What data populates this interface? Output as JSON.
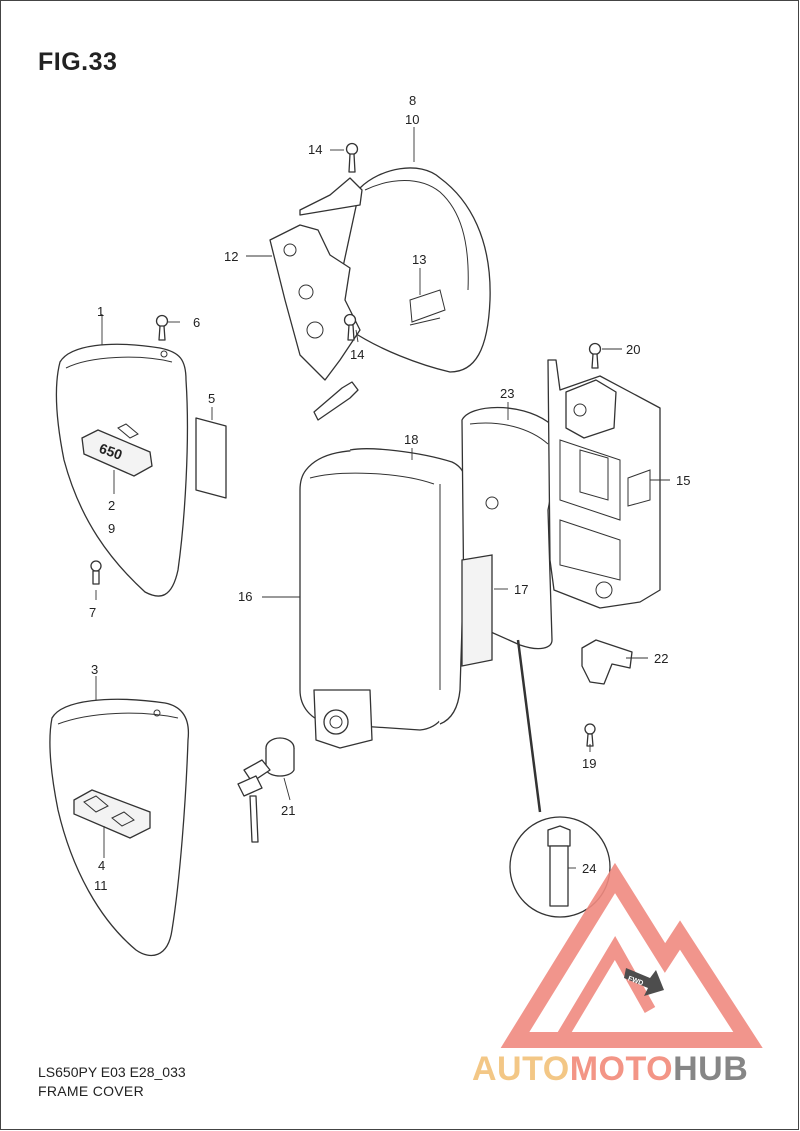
{
  "figure": {
    "title": "FIG.33",
    "model_code": "LS650PY E03 E28_033",
    "caption": "FRAME COVER"
  },
  "callouts": {
    "c1": "1",
    "c2": "2",
    "c3": "3",
    "c4": "4",
    "c5": "5",
    "c6": "6",
    "c7": "7",
    "c8": "8",
    "c9": "9",
    "c10": "10",
    "c11": "11",
    "c12": "12",
    "c13": "13",
    "c14a": "14",
    "c14b": "14",
    "c15": "15",
    "c16": "16",
    "c17": "17",
    "c18": "18",
    "c19": "19",
    "c20": "20",
    "c21": "21",
    "c22": "22",
    "c23": "23",
    "c24": "24"
  },
  "labels": {
    "fwd": "FWD"
  },
  "watermark": {
    "auto": "AUTO",
    "moto": "MOTO",
    "hub": "HUB"
  },
  "colors": {
    "watermark_triangle": "#f08a80",
    "watermark_auto": "#f2c27a",
    "watermark_moto": "#f28a7a",
    "watermark_hub": "#7a7a7a",
    "line": "#333333"
  }
}
